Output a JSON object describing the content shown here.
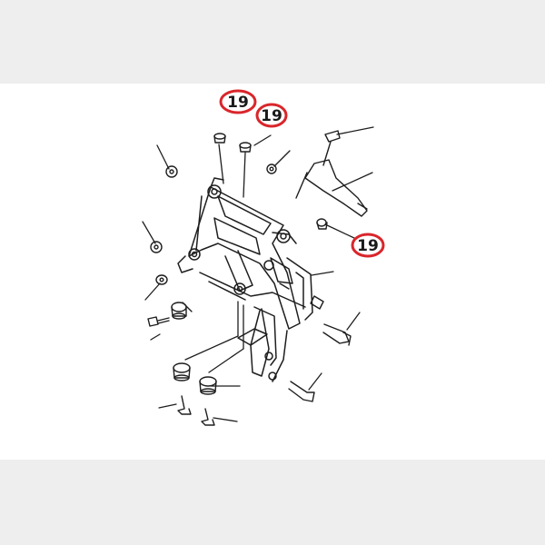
{
  "callouts": [
    {
      "label": "19",
      "ring_color": "#d9262b"
    },
    {
      "label": "19",
      "ring_color": "#d9262b"
    },
    {
      "label": "19",
      "ring_color": "#d9262b"
    }
  ],
  "colors": {
    "page_background": "#eeeeee",
    "panel_background": "#ffffff",
    "line": "#1e1e1e",
    "ring": "#d9262b"
  }
}
